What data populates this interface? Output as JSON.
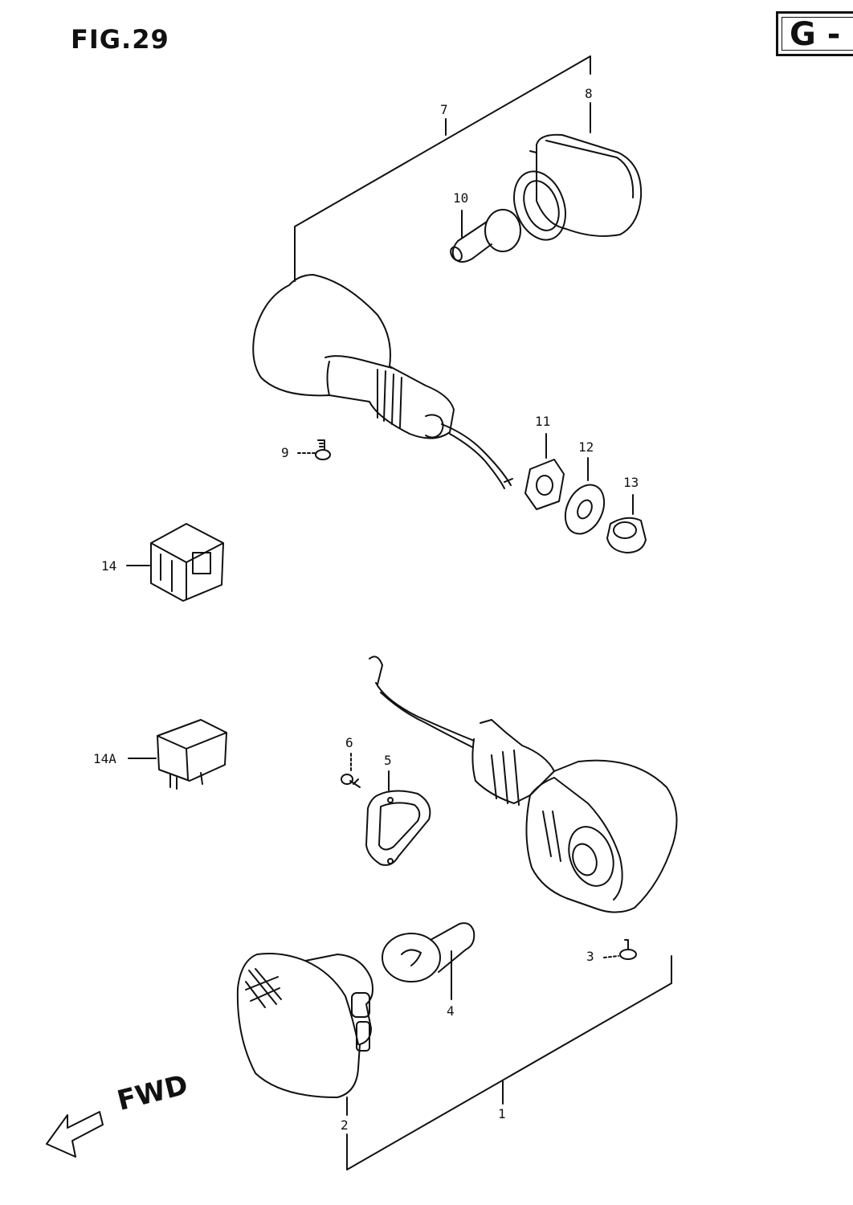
{
  "figure": {
    "title": "FIG.29",
    "badge": "G -",
    "direction_label": "FWD"
  },
  "callouts": [
    {
      "id": "7",
      "label": "7"
    },
    {
      "id": "8",
      "label": "8"
    },
    {
      "id": "10",
      "label": "10"
    },
    {
      "id": "9",
      "label": "9"
    },
    {
      "id": "11",
      "label": "11"
    },
    {
      "id": "12",
      "label": "12"
    },
    {
      "id": "13",
      "label": "13"
    },
    {
      "id": "14",
      "label": "14"
    },
    {
      "id": "14A",
      "label": "14A"
    },
    {
      "id": "6",
      "label": "6"
    },
    {
      "id": "5",
      "label": "5"
    },
    {
      "id": "3",
      "label": "3"
    },
    {
      "id": "4",
      "label": "4"
    },
    {
      "id": "2",
      "label": "2"
    },
    {
      "id": "1",
      "label": "1"
    }
  ],
  "colors": {
    "ink": "#111111",
    "paper": "#ffffff"
  }
}
